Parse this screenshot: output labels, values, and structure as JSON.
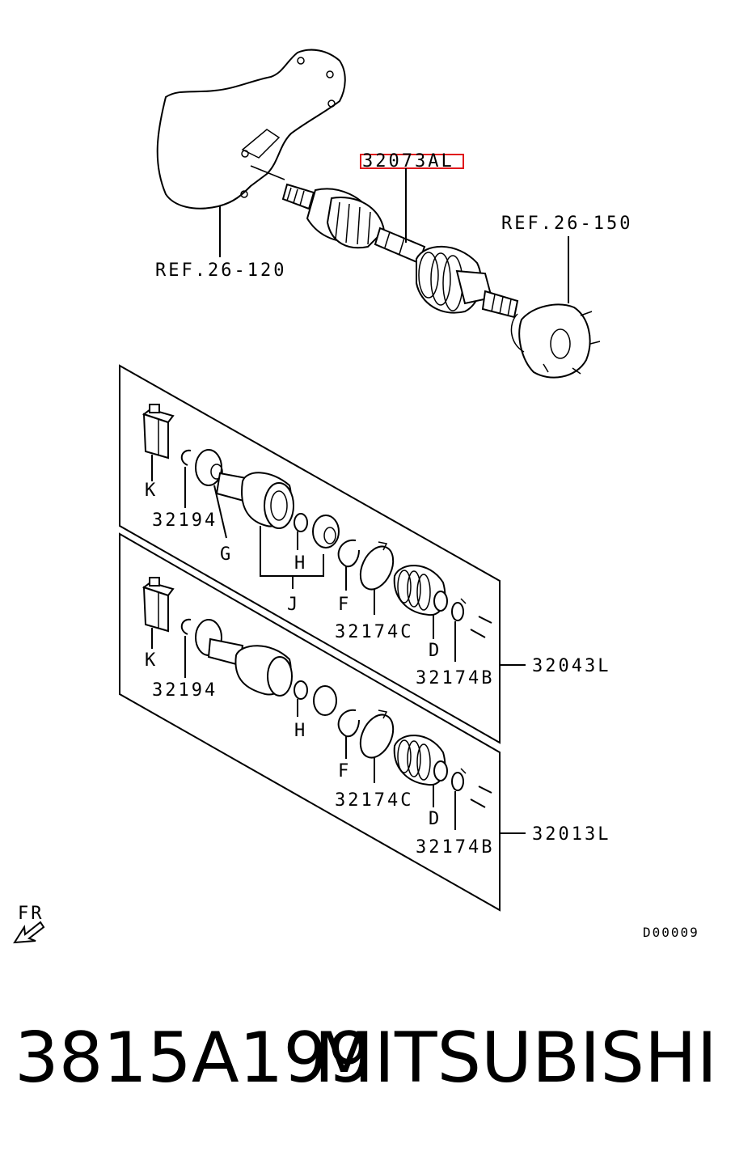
{
  "diagram": {
    "labels": {
      "ref_transmission": "REF.26-120",
      "ref_hub": "REF.26-150",
      "highlighted_part": "32073AL",
      "k_upper": "K",
      "c32194_upper": "32194",
      "g": "G",
      "h_upper": "H",
      "j": "J",
      "f_upper": "F",
      "c32174c_upper": "32174C",
      "d_upper": "D",
      "c32174b_upper": "32174B",
      "set_upper": "32043L",
      "k_lower": "K",
      "c32194_lower": "32194",
      "h_lower": "H",
      "f_lower": "F",
      "c32174c_lower": "32174C",
      "d_lower": "D",
      "c32174b_lower": "32174B",
      "set_lower": "32013L",
      "front": "FR",
      "drawing_code": "D00009"
    },
    "highlight_color": "#e0181b"
  },
  "footer": {
    "part_number": "3815A199",
    "brand": "MITSUBISHI"
  }
}
